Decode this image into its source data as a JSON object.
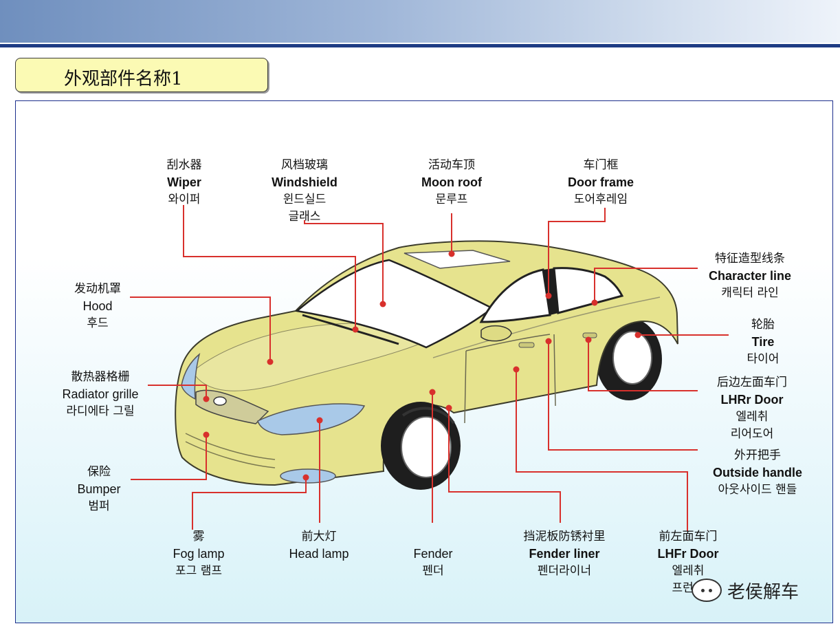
{
  "title": "外观部件名称1",
  "labels": [
    {
      "id": "wiper",
      "cn": "刮水器",
      "en": "Wiper",
      "en_bold": true,
      "ko": [
        "와이퍼"
      ]
    },
    {
      "id": "windshield",
      "cn": "风档玻璃",
      "en": "Windshield",
      "en_bold": true,
      "ko": [
        "윈드실드",
        "글래스"
      ]
    },
    {
      "id": "moon-roof",
      "cn": "活动车顶",
      "en": "Moon roof",
      "en_bold": true,
      "ko": [
        "문루프"
      ]
    },
    {
      "id": "door-frame",
      "cn": "车门框",
      "en": "Door frame",
      "en_bold": true,
      "ko": [
        "도어후레임"
      ]
    },
    {
      "id": "character-line",
      "cn": "特征造型线条",
      "en": "Character line",
      "en_bold": true,
      "ko": [
        "캐릭터 라인"
      ]
    },
    {
      "id": "hood",
      "cn": "发动机罩",
      "en": "Hood",
      "en_bold": false,
      "ko": [
        "후드"
      ]
    },
    {
      "id": "tire",
      "cn": "轮胎",
      "en": "Tire",
      "en_bold": true,
      "ko": [
        "타이어"
      ]
    },
    {
      "id": "radiator-grille",
      "cn": "散热器格栅",
      "en": "Radiator grille",
      "en_bold": false,
      "ko": [
        "라디에타 그릴"
      ]
    },
    {
      "id": "lhrr-door",
      "cn": "后边左面车门",
      "en": "LHRr Door",
      "en_bold": true,
      "ko": [
        "엘레취",
        "리어도어"
      ]
    },
    {
      "id": "outside-handle",
      "cn": "外开把手",
      "en": "Outside handle",
      "en_bold": true,
      "ko": [
        "아웃사이드 핸들"
      ]
    },
    {
      "id": "bumper",
      "cn": "保险",
      "en": "Bumper",
      "en_bold": false,
      "ko": [
        "범퍼"
      ]
    },
    {
      "id": "fog-lamp",
      "cn": "雾",
      "en": "Fog lamp",
      "en_bold": false,
      "ko": [
        "포그 램프"
      ]
    },
    {
      "id": "head-lamp",
      "cn": "前大灯",
      "en": "Head lamp",
      "en_bold": false,
      "ko": []
    },
    {
      "id": "fender",
      "cn": "",
      "en": "Fender",
      "en_bold": false,
      "ko": [
        "펜더"
      ]
    },
    {
      "id": "fender-liner",
      "cn": "挡泥板防锈衬里",
      "en": "Fender liner",
      "en_bold": true,
      "ko": [
        "펜더라이너"
      ]
    },
    {
      "id": "lhfr-door",
      "cn": "前左面车门",
      "en": "LHFr Door",
      "en_bold": true,
      "ko": [
        "엘레취",
        "프런트"
      ]
    }
  ],
  "watermark": "老侯解车",
  "colors": {
    "car_body": "#e6e38e",
    "glass": "#ffffff",
    "lamp": "#a9c9e8",
    "leader_line": "#d8302c",
    "title_box": "#fbfab4",
    "top_rule": "#1e3c84",
    "panel_border": "#1c2e8c"
  }
}
